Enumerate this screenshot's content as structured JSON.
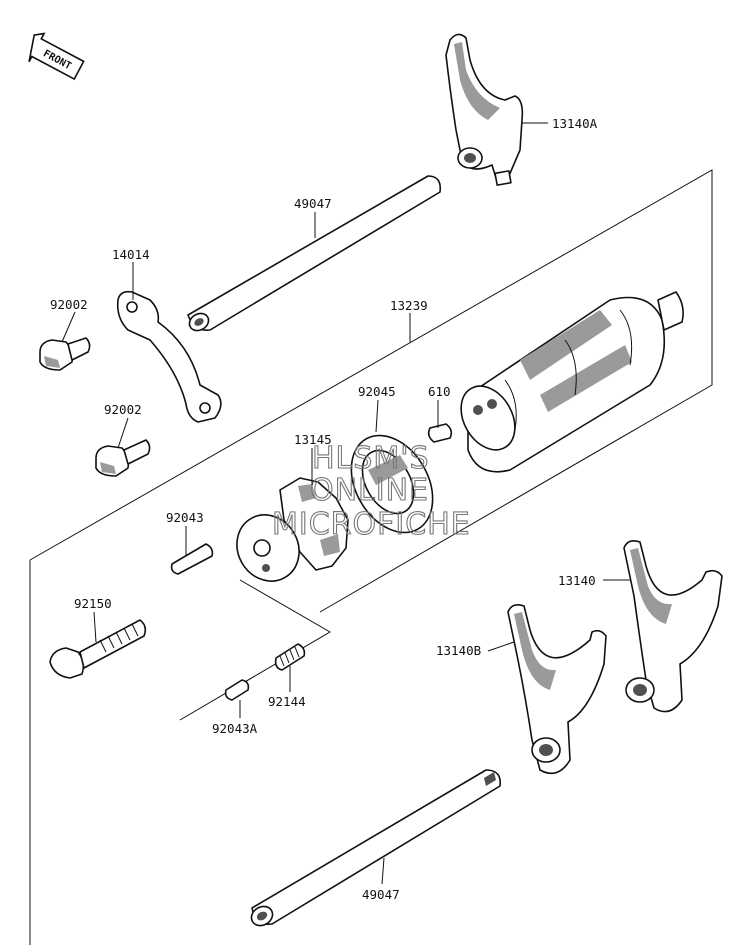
{
  "front_badge": {
    "text": "FRONT"
  },
  "labels": {
    "fork_a": "13140A",
    "shaft_top": "49047",
    "stopper_plate": "14014",
    "bolt_1": "92002",
    "drum": "13239",
    "bolt_2": "92002",
    "bearing": "92045",
    "pin_610": "610",
    "operating_plate": "13145",
    "pin_92043": "92043",
    "bolt_92150": "92150",
    "fork_b": "13140B",
    "fork": "13140",
    "spring": "92144",
    "pin_92043a": "92043A",
    "shaft_bottom": "49047"
  },
  "watermark": [
    "HLSM'S",
    "ONLINE",
    "MICROFICHE"
  ],
  "colors": {
    "ink": "#111111",
    "shade": "#9a9a9a",
    "watermark": "#777777"
  }
}
